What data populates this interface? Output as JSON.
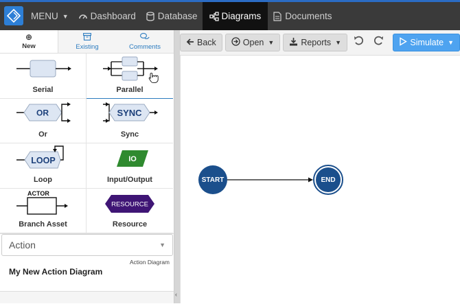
{
  "nav": {
    "menu_label": "MENU",
    "items": [
      {
        "label": "Dashboard",
        "icon": "dashboard-icon"
      },
      {
        "label": "Database",
        "icon": "database-icon"
      },
      {
        "label": "Diagrams",
        "icon": "diagram-icon",
        "active": true
      },
      {
        "label": "Documents",
        "icon": "document-icon"
      }
    ]
  },
  "left": {
    "tabs": [
      {
        "label": "New",
        "icon": "plus-circle-icon"
      },
      {
        "label": "Existing",
        "icon": "archive-icon"
      },
      {
        "label": "Comments",
        "icon": "comments-icon"
      }
    ],
    "shapes": [
      {
        "label": "Serial"
      },
      {
        "label": "Parallel"
      },
      {
        "label": "Or",
        "text": "OR"
      },
      {
        "label": "Sync",
        "text": "SYNC"
      },
      {
        "label": "Loop",
        "text": "LOOP"
      },
      {
        "label": "Input/Output",
        "text": "IO"
      },
      {
        "label": "Branch Asset",
        "text": "ACTOR"
      },
      {
        "label": "Resource",
        "text": "RESOURCE"
      }
    ],
    "select_value": "Action",
    "diagram_type": "Action Diagram",
    "diagram_name": "My New Action Diagram"
  },
  "toolbar": {
    "back": "Back",
    "open": "Open",
    "reports": "Reports",
    "simulate": "Simulate"
  },
  "canvas": {
    "start_label": "START",
    "end_label": "END"
  },
  "colors": {
    "accent": "#2b6cc4",
    "node": "#1b4f8c",
    "primary_button": "#4ea3f0",
    "resource": "#3f1575",
    "io": "#2f8a2f"
  }
}
